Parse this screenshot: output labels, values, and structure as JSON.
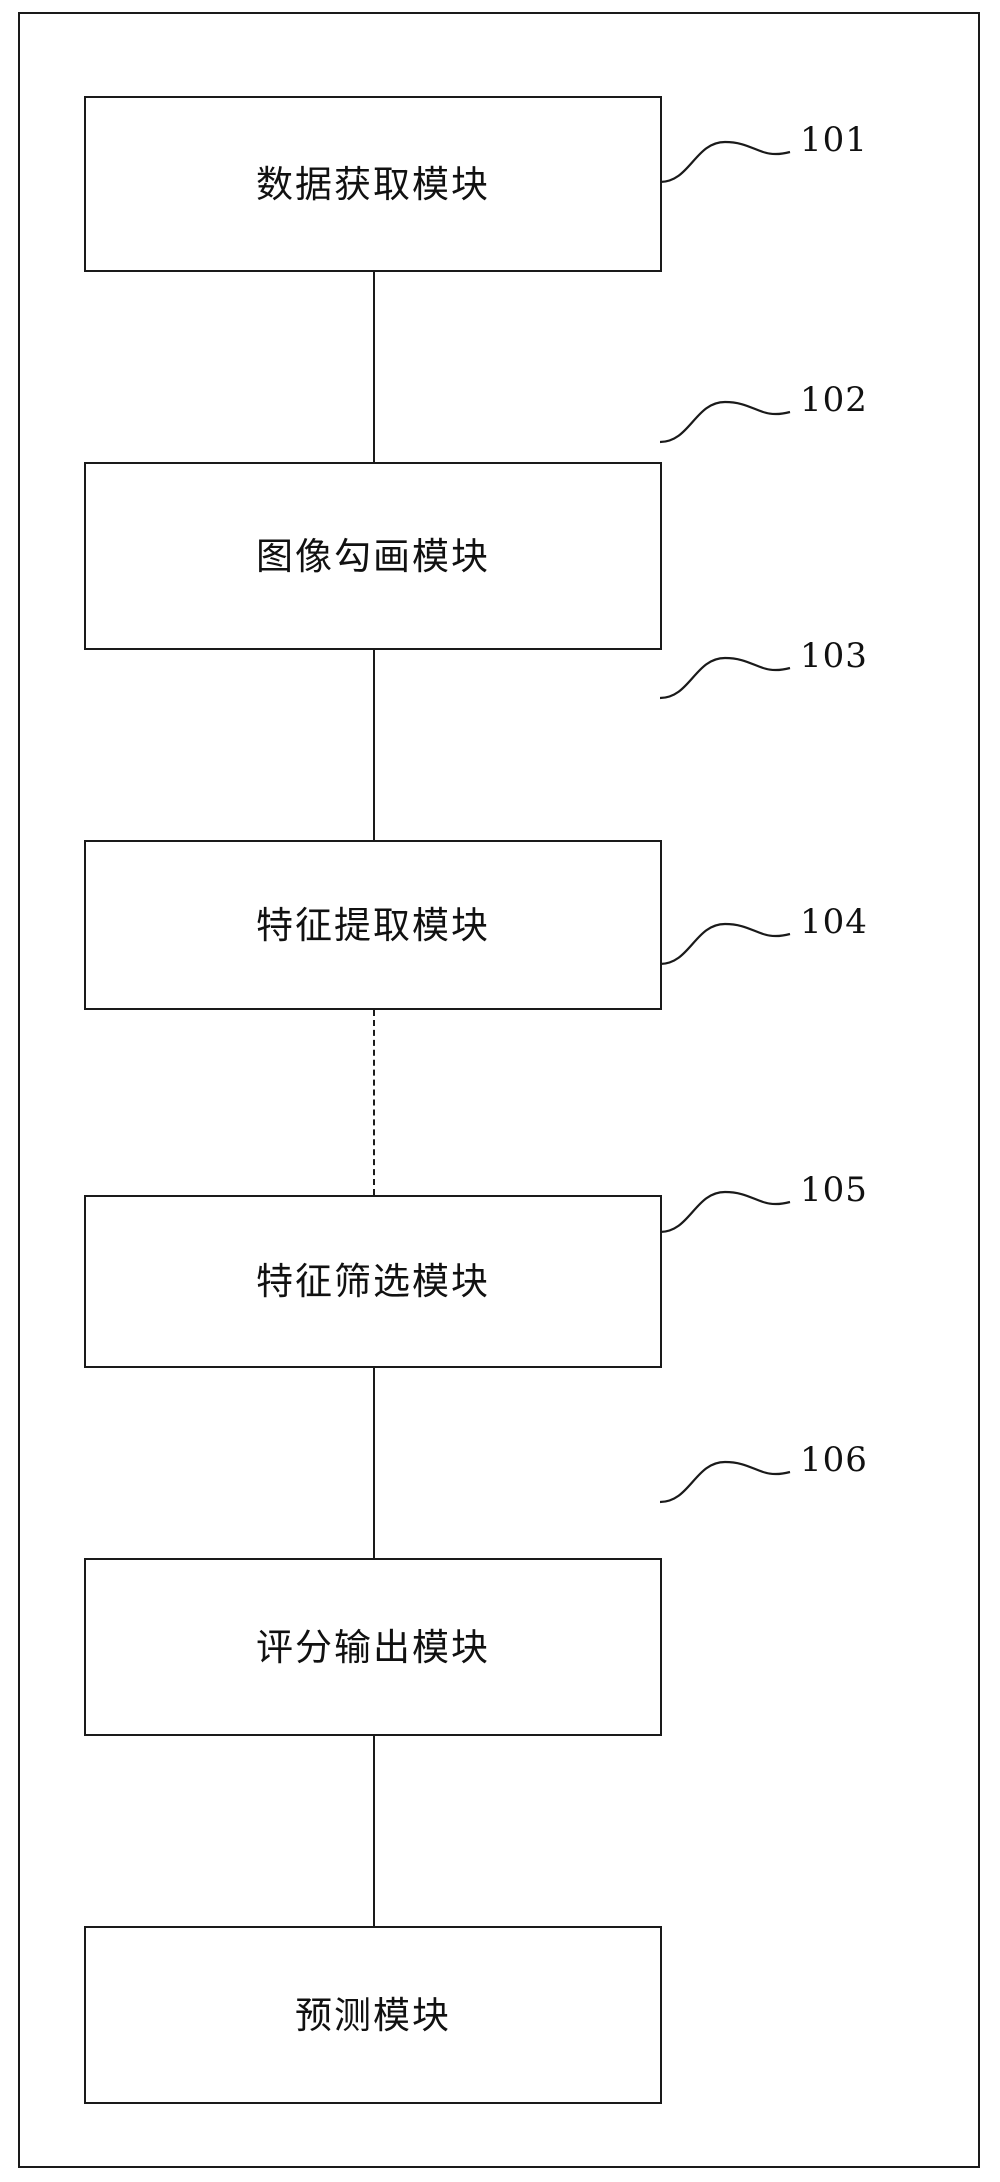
{
  "diagram": {
    "type": "flowchart",
    "orientation": "vertical",
    "frame": {
      "present": true
    },
    "nodes": [
      {
        "id": "node-101",
        "label": "数据获取模块",
        "ref": "101"
      },
      {
        "id": "node-102",
        "label": "图像勾画模块",
        "ref": "102"
      },
      {
        "id": "node-103",
        "label": "特征提取模块",
        "ref": "103"
      },
      {
        "id": "node-104",
        "label": "特征筛选模块",
        "ref": "104"
      },
      {
        "id": "node-105",
        "label": "评分输出模块",
        "ref": "105"
      },
      {
        "id": "node-106",
        "label": "预测模块",
        "ref": "106"
      }
    ],
    "colors": {
      "stroke": "#1a1a1a",
      "background": "#ffffff",
      "text": "#111111"
    }
  }
}
